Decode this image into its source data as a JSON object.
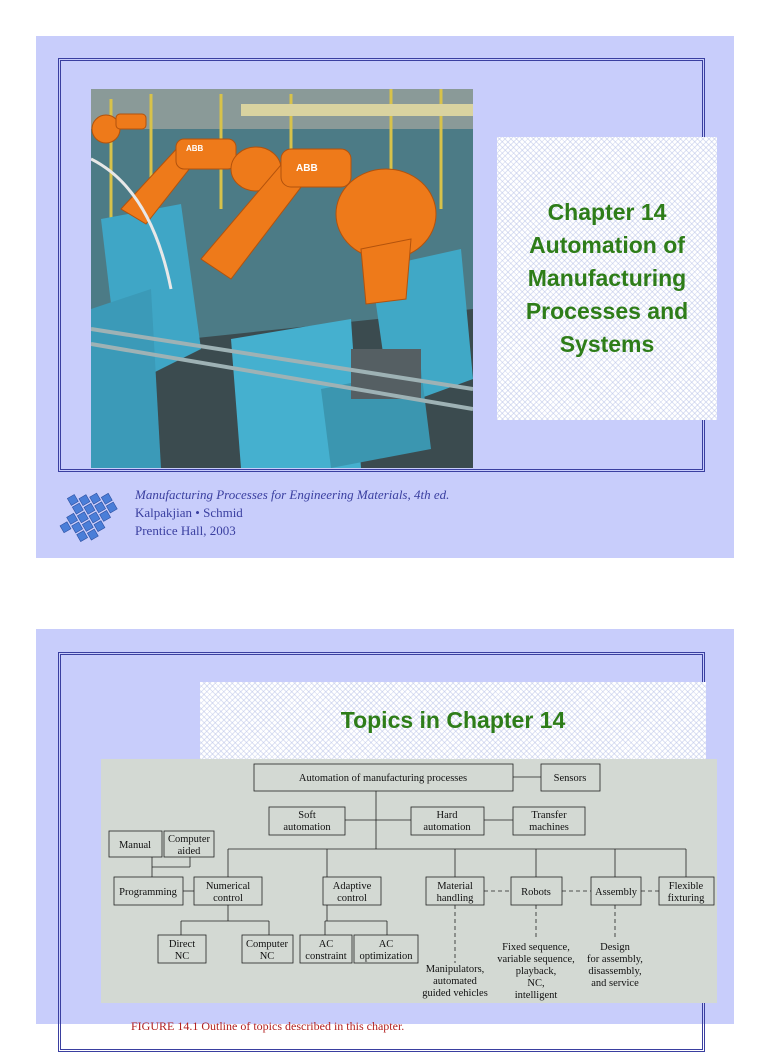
{
  "slide1": {
    "title": "Chapter 14\nAutomation of\nManufacturing\nProcesses and\nSystems",
    "footer": {
      "book": "Manufacturing Processes for Engineering Materials",
      "edition": ", 4th ed.",
      "authors": "Kalpakjian • Schmid",
      "publisher": "Prentice Hall,  2003"
    },
    "robot_brand": "ABB"
  },
  "slide2": {
    "title": "Topics in Chapter 14",
    "caption": "FIGURE 14.1  Outline of topics described in this chapter.",
    "diagram": {
      "root": "Automation of manufacturing processes",
      "sensors": "Sensors",
      "soft": [
        "Soft",
        "automation"
      ],
      "hard": [
        "Hard",
        "automation"
      ],
      "transfer": [
        "Transfer",
        "machines"
      ],
      "manual": "Manual",
      "computer_aided": [
        "Computer",
        "aided"
      ],
      "programming": "Programming",
      "numerical_control": [
        "Numerical",
        "control"
      ],
      "adaptive_control": [
        "Adaptive",
        "control"
      ],
      "material_handling": [
        "Material",
        "handling"
      ],
      "robots": "Robots",
      "assembly": "Assembly",
      "flexible_fixturing": [
        "Flexible",
        "fixturing"
      ],
      "direct_nc": [
        "Direct",
        "NC"
      ],
      "computer_nc": [
        "Computer",
        "NC"
      ],
      "ac_constraint": [
        "AC",
        "constraint"
      ],
      "ac_optimization": [
        "AC",
        "optimization"
      ],
      "manipulators": [
        "Manipulators,",
        "automated",
        "guided vehicles"
      ],
      "robot_types": [
        "Fixed sequence,",
        "variable sequence,",
        "playback,",
        "NC,",
        "intelligent"
      ],
      "design": [
        "Design",
        "for assembly,",
        "disassembly,",
        "and service"
      ]
    }
  }
}
